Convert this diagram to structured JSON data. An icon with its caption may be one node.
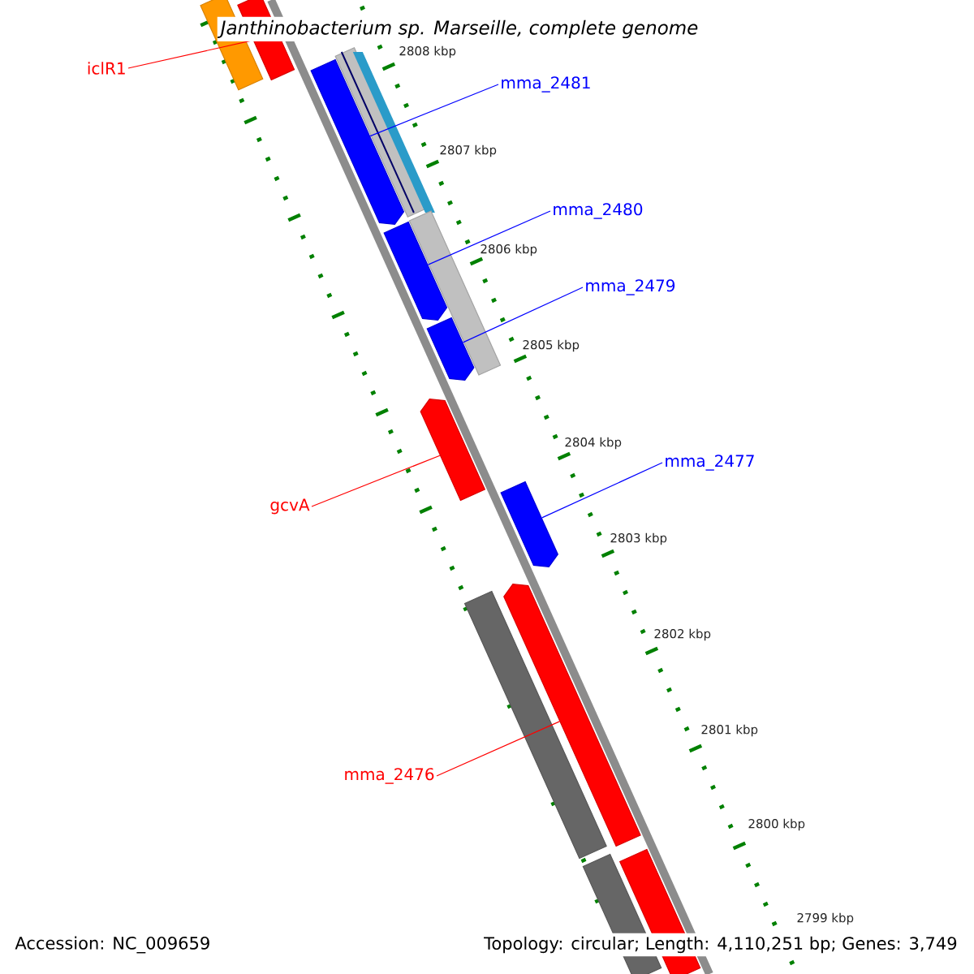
{
  "diagram": {
    "title": "Janthinobacterium sp. Marseille, complete genome",
    "nodes": [
      {
        "text": [
          "iclR1"
        ]
      },
      {
        "text": [
          "mma_2481"
        ]
      },
      {
        "text": [
          "mma_2480"
        ]
      },
      {
        "text": [
          "mma_2479"
        ]
      },
      {
        "text": [
          "mma_2477"
        ]
      },
      {
        "text": [
          "gcvA"
        ]
      },
      {
        "text": [
          "mma_2476"
        ]
      },
      {
        "text": [],
        "shape": "bar"
      },
      {
        "text": [],
        "shape": "bar"
      },
      {
        "text": [],
        "shape": "bar"
      },
      {
        "text": [],
        "shape": "bar"
      },
      {
        "text": [],
        "shape": "bar"
      },
      {
        "text": [],
        "shape": "bar"
      },
      {
        "text": [],
        "shape": "bar"
      },
      {
        "text": [],
        "shape": "bar"
      },
      {
        "text": [],
        "shape": "bar"
      },
      {
        "text": [],
        "shape": "bar"
      },
      {
        "text": [],
        "shape": "bar"
      },
      {
        "text": [],
        "shape": "bar"
      },
      {
        "text": [],
        "shape": "bar"
      }
    ],
    "edges": [
      {
        "from": 0,
        "to": 8,
        "arrow": "none",
        "color": "#ff0000"
      },
      {
        "from": 1,
        "to": 10,
        "arrow": "none"
      },
      {
        "from": 2,
        "to": 12,
        "arrow": "none"
      },
      {
        "from": 3,
        "to": 13,
        "arrow": "none"
      },
      {
        "from": 4,
        "to": 15,
        "arrow": "none"
      },
      {
        "from": 5,
        "to": 14,
        "arrow": "none",
        "color": "#ff0000"
      },
      {
        "from": 6,
        "to": 16,
        "arrow": "none",
        "color": "#ff0000"
      }
    ],
    "labels": [
      "2808 kbp",
      "2807 kbp",
      "2806 kbp",
      "2805 kbp",
      "2804 kbp",
      "2803 kbp",
      "2802 kbp",
      "2801 kbp",
      "2800 kbp",
      "2799 kbp",
      "Accession: NC_009659",
      "Topology: circular; Length: 4,110,251 bp; Genes: 3,749"
    ]
  }
}
